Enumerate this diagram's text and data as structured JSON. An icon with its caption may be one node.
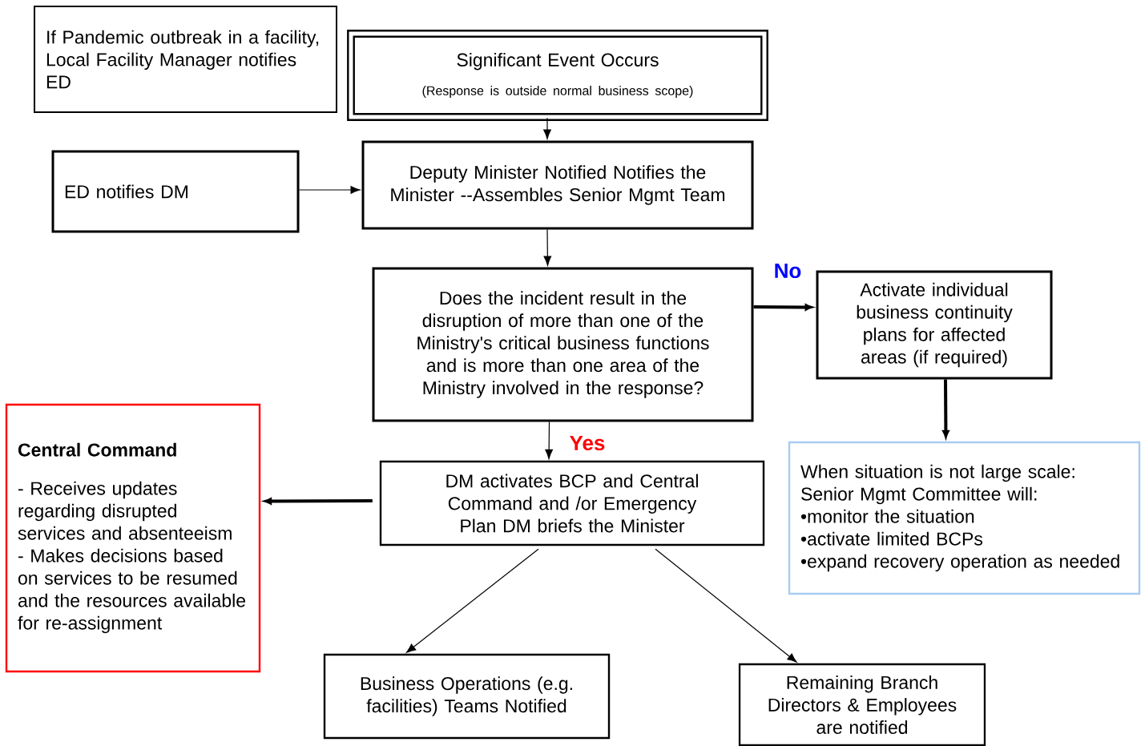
{
  "diagram": {
    "nodes": [
      {
        "text": [
          "If Pandemic outbreak in a facility, Local Facility Manager notifies ED"
        ]
      },
      {
        "text": [
          "Significant Event Occurs",
          "(Response is outside normal business scope)"
        ]
      },
      {
        "text": [
          "ED notifies DM"
        ]
      },
      {
        "text": [
          "Deputy Minister Notified Notifies the Minister --Assembles Senior Mgmt Team"
        ]
      },
      {
        "text": [
          "Does the incident result in the disruption of more than one of the Ministry's critical business functions and is more than one area of the Ministry involved in the response?"
        ]
      },
      {
        "text": [
          "Activate individual business continuity plans for affected areas (if required)"
        ]
      },
      {
        "text": [
          "When situation is not large scale:",
          "Senior Mgmt Committee will:",
          "•monitor the situation",
          "•activate limited BCPs",
          "•expand recovery operation as needed"
        ]
      },
      {
        "text": [
          "Central Command",
          "- Receives updates regarding disrupted services and absenteeism",
          "- Makes decisions based on services to be resumed and the resources available for re-assignment"
        ]
      },
      {
        "text": [
          "DM activates BCP and Central Command and /or Emergency Plan DM briefs the Minister"
        ]
      },
      {
        "text": [
          "Business Operations (e.g. facilities) Teams Notified"
        ]
      },
      {
        "text": [
          "Remaining Branch Directors & Employees are notified"
        ]
      }
    ],
    "edges": [
      {
        "from": 1,
        "to": 3,
        "arrow": "to"
      },
      {
        "from": 2,
        "to": 3,
        "arrow": "to"
      },
      {
        "from": 3,
        "to": 4,
        "arrow": "to"
      },
      {
        "from": 4,
        "to": 5,
        "arrow": "to",
        "label": "No",
        "style": "thick"
      },
      {
        "from": 5,
        "to": 6,
        "arrow": "to",
        "style": "thick"
      },
      {
        "from": 4,
        "to": 8,
        "arrow": "to",
        "label": "Yes"
      },
      {
        "from": 8,
        "to": 7,
        "arrow": "to",
        "style": "thick"
      },
      {
        "from": 8,
        "to": 9,
        "arrow": "to"
      },
      {
        "from": 8,
        "to": 10,
        "arrow": "to"
      }
    ]
  }
}
